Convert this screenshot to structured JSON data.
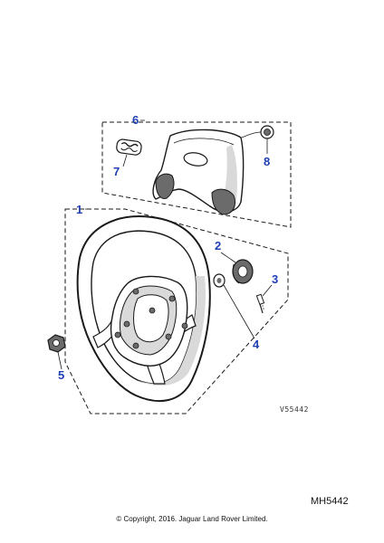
{
  "diagram": {
    "callouts": {
      "c1": "1",
      "c2": "2",
      "c3": "3",
      "c4": "4",
      "c5": "5",
      "c6": "6",
      "c7": "7",
      "c8": "8"
    },
    "figure_code": "V55442",
    "reference": "MH5442",
    "copyright": "© Copyright, 2016. Jaguar Land Rover Limited.",
    "colors": {
      "callout": "#1f3fb5",
      "line": "#1a1a1a",
      "shade": "#6b6b6b",
      "light": "#d9d9d9"
    }
  }
}
